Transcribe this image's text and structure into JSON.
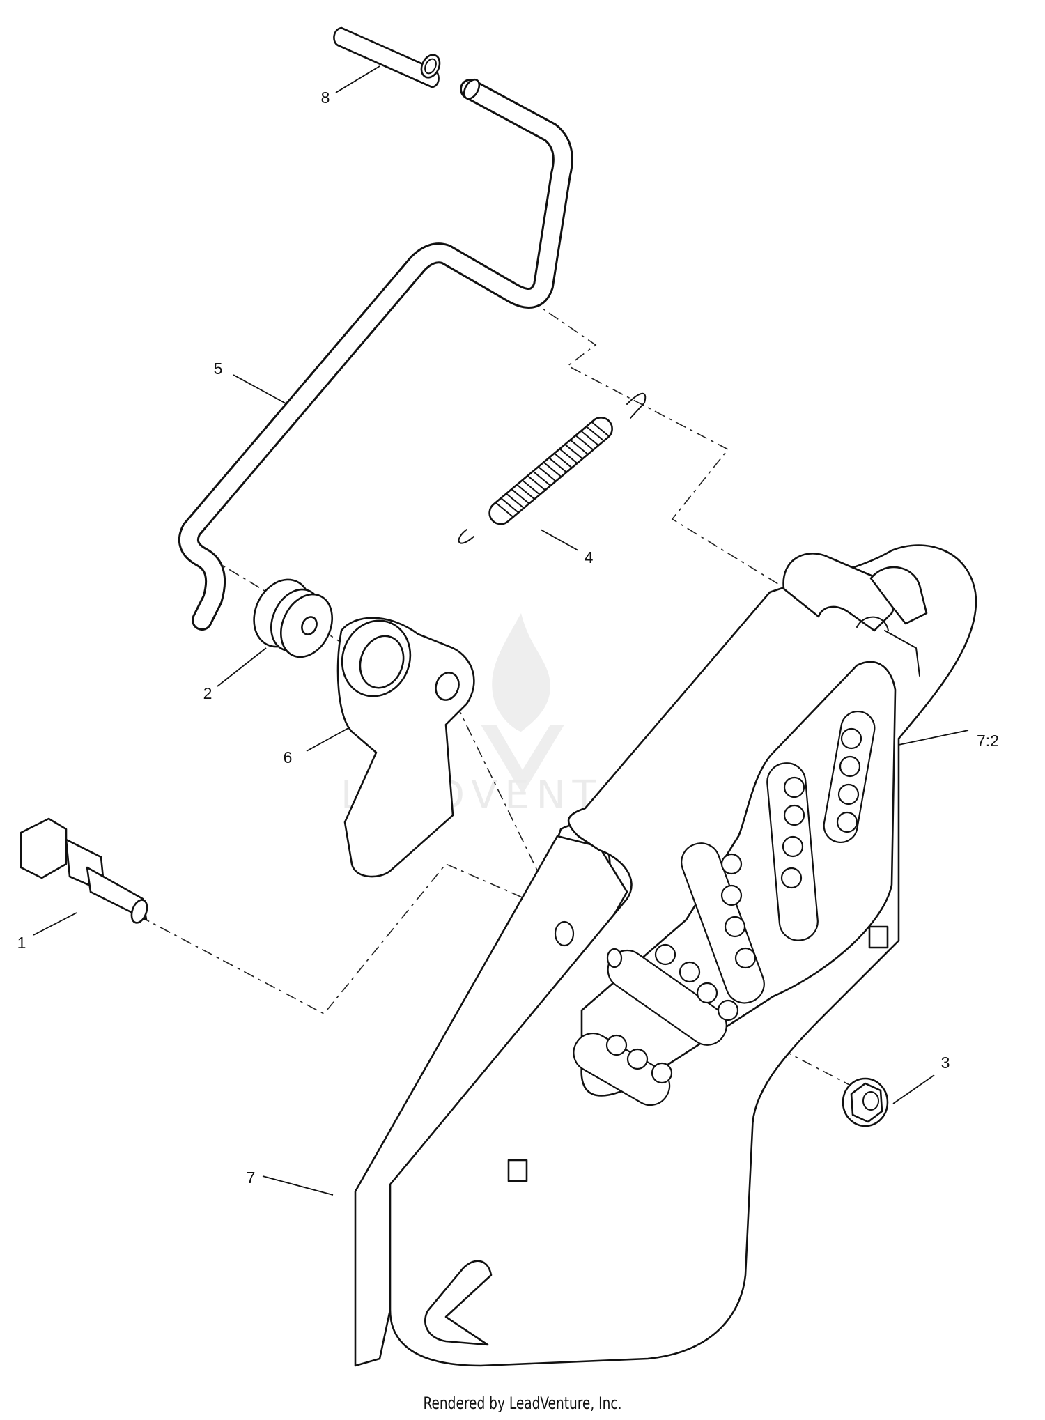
{
  "diagram": {
    "callouts": {
      "c1": "1",
      "c2": "2",
      "c3": "3",
      "c4": "4",
      "c5": "5",
      "c6": "6",
      "c7": "7",
      "c72": "7:2",
      "c8": "8"
    },
    "watermark": "LEADVENTURE"
  },
  "footer": "Rendered by LeadVenture, Inc."
}
